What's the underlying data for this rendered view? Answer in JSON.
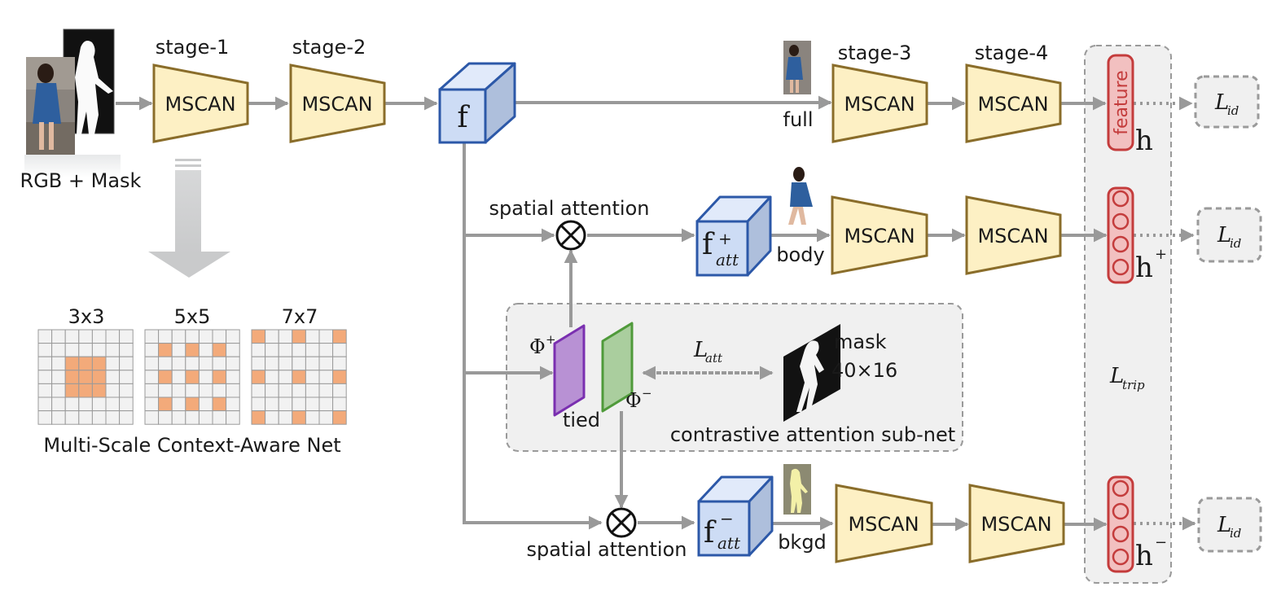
{
  "input": {
    "label": "RGB + Mask"
  },
  "stages": {
    "s1": "stage-1",
    "s2": "stage-2",
    "s3": "stage-3",
    "s4": "stage-4"
  },
  "block_label": "MSCAN",
  "f_label": "f",
  "f_att_base": "f",
  "f_att_sub": "att",
  "f_att_plus_sup": "+",
  "f_att_minus_sup": "−",
  "branch_labels": {
    "full": "full",
    "body": "body",
    "bkgd": "bkgd"
  },
  "spatial_attention": "spatial attention",
  "feature": "feature",
  "h": "h",
  "h_plus_sup": "+",
  "h_minus_sup": "−",
  "L": "L",
  "L_id_sub": "id",
  "L_att_sub": "att",
  "L_trip_sub": "trip",
  "phi": "Φ",
  "phi_plus_sup": "+",
  "phi_minus_sup": "−",
  "tied": "tied",
  "mask_label_1": "mask",
  "mask_label_2": "40×16",
  "subnet_label": "contrastive attention sub-net",
  "kernels": [
    "3x3",
    "5x5",
    "7x7"
  ],
  "mscan_caption": "Multi-Scale Context-Aware Net",
  "colors": {
    "mscan_fill": "#fdf0c4",
    "mscan_stroke": "#8a6d2a",
    "cube_front": "#cddcf5",
    "cube_top": "#e1eafa",
    "cube_side": "#aebfdc",
    "cube_stroke": "#2c58a8",
    "arrow": "#999999",
    "kernel_orange": "#f3aa7a",
    "feature_fill": "#f2c0c0",
    "feature_stroke": "#c43c3c",
    "phi_plus": "#b891d4",
    "phi_minus": "#aace9e",
    "panel": "#f0f0f0"
  }
}
